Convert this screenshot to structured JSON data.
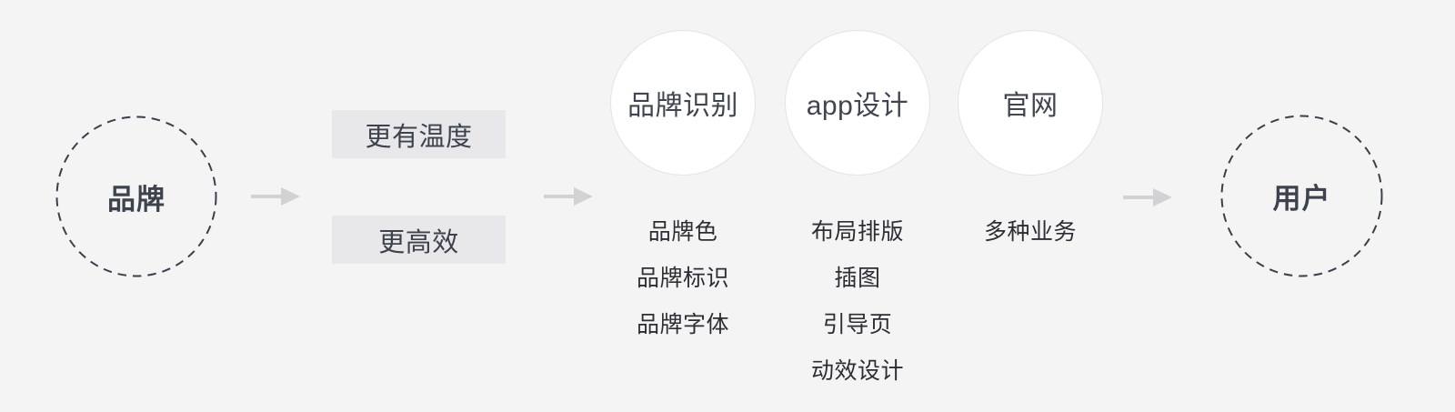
{
  "page": {
    "background_color": "#f4f4f5"
  },
  "colors": {
    "dashed_node_border": "#3a3f49",
    "heading_text": "#3d424c",
    "list_text": "#2c2e33",
    "benefit_box_bg": "#e8e8ea",
    "arrow": "#d2d2d5",
    "pillar_circle_bg": "#ffffff",
    "pillar_circle_border": "#e3e3e5"
  },
  "flow": {
    "source": {
      "label": "品牌"
    },
    "benefits": [
      {
        "label": "更有温度"
      },
      {
        "label": "更高效"
      }
    ],
    "pillars": [
      {
        "title": "品牌识别",
        "items": [
          "品牌色",
          "品牌标识",
          "品牌字体"
        ]
      },
      {
        "title": "app设计",
        "items": [
          "布局排版",
          "插图",
          "引导页",
          "动效设计"
        ]
      },
      {
        "title": "官网",
        "items": [
          "多种业务"
        ]
      }
    ],
    "target": {
      "label": "用户"
    }
  }
}
